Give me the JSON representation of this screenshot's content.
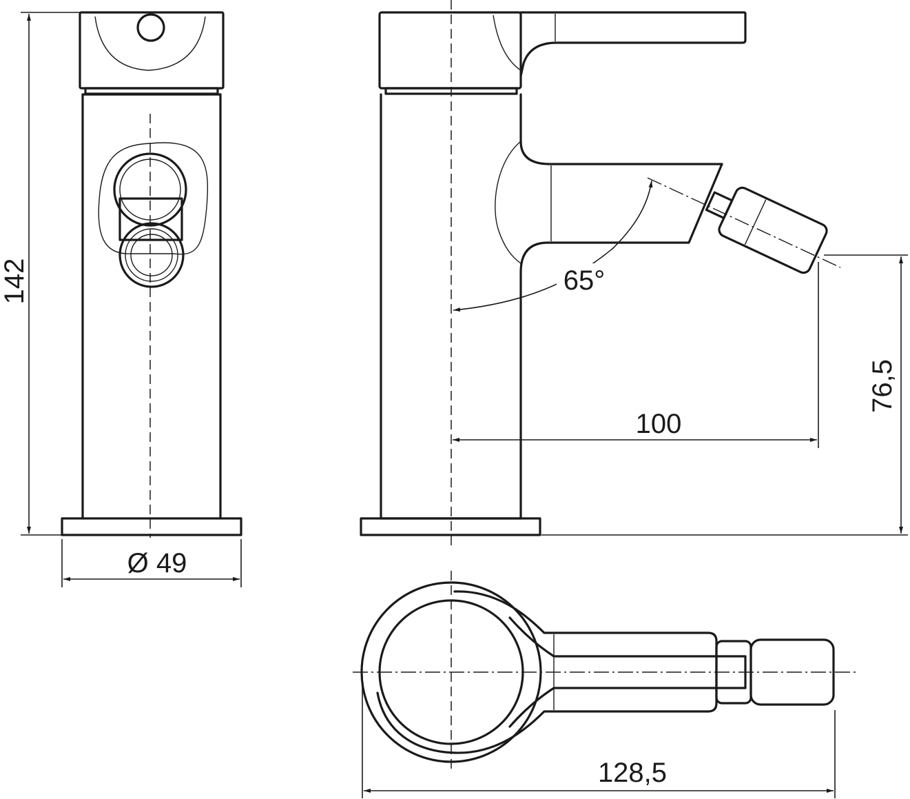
{
  "dimensions": {
    "overall_height": "142",
    "base_diameter": "Ø 49",
    "spout_angle": "65°",
    "spout_reach": "100",
    "spout_height": "76,5",
    "overall_length": "128,5"
  }
}
